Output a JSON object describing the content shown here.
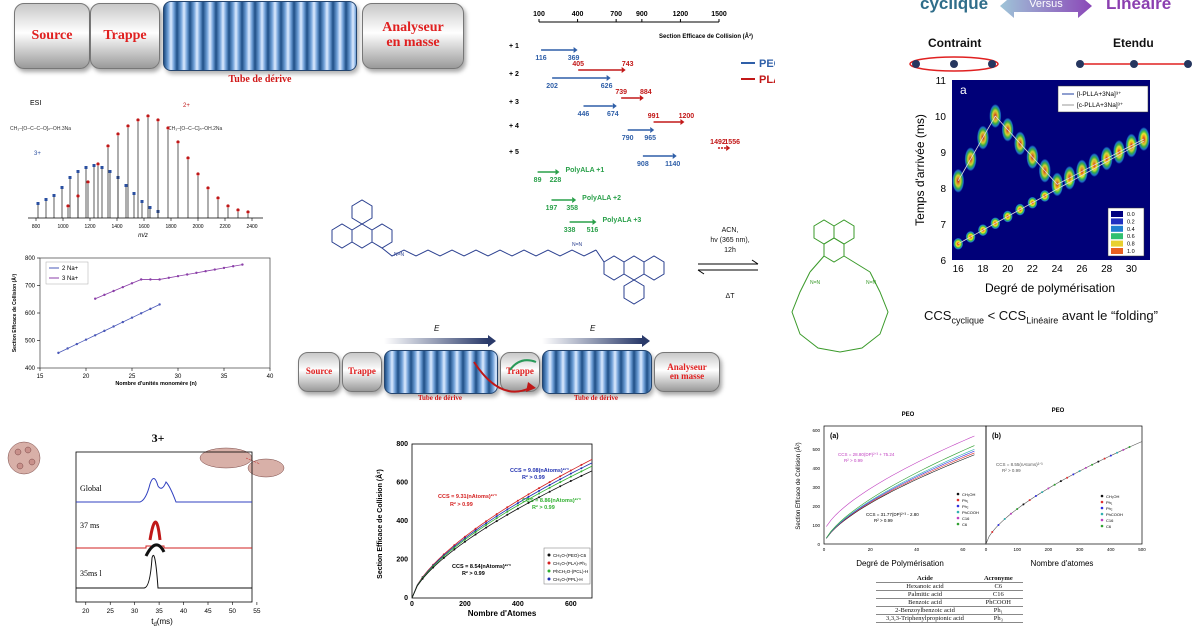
{
  "instrument_top": {
    "source": "Source",
    "trap": "Trappe",
    "tube_label": "Tube de dérive",
    "analyzer_l1": "Analyseur",
    "analyzer_l2": "en masse"
  },
  "instrument_mid": {
    "source": "Source",
    "trap1": "Trappe",
    "trap2": "Trappe",
    "tube_label1": "Tube de dérive",
    "tube_label2": "Tube de dérive",
    "analyzer_l1": "Analyseur",
    "analyzer_l2": "en masse",
    "field1": "E",
    "field2": "E"
  },
  "ccs_bars": {
    "axis_title": "Section Efficace de Collision (Å²)",
    "ticks": [
      100,
      400,
      700,
      900,
      1200,
      1500
    ],
    "charges": [
      "+ 1",
      "+ 2",
      "+ 3",
      "+ 4",
      "+ 5"
    ],
    "legend": [
      {
        "name": "PEG",
        "color": "#2f5fa8"
      },
      {
        "name": "PLA",
        "color": "#c21818"
      }
    ],
    "peg": [
      [
        116,
        369
      ],
      [
        202,
        626
      ],
      [
        446,
        674
      ],
      [
        790,
        965
      ],
      [
        908,
        1140
      ]
    ],
    "pla": [
      [
        null,
        null
      ],
      [
        405,
        743
      ],
      [
        739,
        884
      ],
      [
        991,
        1200
      ],
      [
        1492,
        1556
      ]
    ],
    "polyala": [
      {
        "label": "PolyALA +1",
        "range": [
          89,
          228
        ]
      },
      {
        "label": "PolyALA +2",
        "range": [
          197,
          358
        ]
      },
      {
        "label": "PolyALA +3",
        "range": [
          338,
          516
        ]
      }
    ]
  },
  "cyclic_linear": {
    "left": "cyclique",
    "versus": "Versus",
    "right": "Linéaire",
    "constrained": "Contraint",
    "extended": "Etendu"
  },
  "heatmap": {
    "panel": "a",
    "ylabel": "Temps d'arrivée (ms)",
    "xlabel": "Degré de polymérisation",
    "xticks": [
      16,
      18,
      20,
      22,
      24,
      26,
      28,
      30
    ],
    "yticks": [
      6,
      7,
      8,
      9,
      10,
      11
    ],
    "legend": [
      "[l-PLLA+3Na]³⁺",
      "[c-PLLA+3Na]³⁺"
    ],
    "colorbar": [
      "0.0",
      "0.2",
      "0.4",
      "0.6",
      "0.8",
      "1.0"
    ],
    "caption_pre": "CCS",
    "caption_sub1": "cyclique",
    "caption_mid": " < CCS",
    "caption_sub2": "Linéaire",
    "caption_post": "  avant le “folding”"
  },
  "ms_spectrum": {
    "label": "ESI",
    "xlabel": "m/z",
    "xticks": [
      800,
      1000,
      1200,
      1400,
      1600,
      1800,
      2000,
      2200,
      2400
    ],
    "charge_labels": [
      "3+",
      "2+"
    ]
  },
  "ccs_line_chart": {
    "ylabel": "Section Efficace de Collision (Å²)",
    "xlabel": "Nombre d'unités monomère (n)",
    "xticks": [
      15,
      20,
      25,
      30,
      35,
      40
    ],
    "yticks": [
      400,
      500,
      600,
      700,
      800
    ],
    "legend": [
      "2 Na+",
      "3 Na+"
    ]
  },
  "reaction": {
    "conditions_l1": "ACN,",
    "conditions_l2": "hv (365 nm),",
    "conditions_l3": "12h",
    "reverse": "ΔT"
  },
  "arrival": {
    "charge": "3+",
    "rows": [
      "Global",
      "37 ms",
      "35ms l"
    ],
    "xlabel": "t",
    "xlabel_sub": "d",
    "xlabel_unit": "(ms)",
    "xticks": [
      20,
      25,
      30,
      35,
      40,
      45,
      50,
      55
    ]
  },
  "ccs_scaling": {
    "ylabel": "Section Efficace de Collision (Å²)",
    "xlabel": "Nombre d'Atomes",
    "xticks": [
      0,
      200,
      400,
      600
    ],
    "yticks": [
      0,
      200,
      400,
      600,
      800
    ],
    "fits": [
      {
        "eq": "CCS = 9.31(nAtoms)²ᐟ³",
        "r2": "R² > 0.99",
        "color": "#d42020"
      },
      {
        "eq": "CCS = 9.08(nAtoms)²ᐟ³",
        "r2": "R² > 0.99",
        "color": "#2030b0"
      },
      {
        "eq": "CCS = 8.86(nAtoms)²ᐟ³",
        "r2": "R² > 0.99",
        "color": "#30b030"
      },
      {
        "eq": "CCS = 8.54(nAtoms)²ᐟ³",
        "r2": "R² > 0.99",
        "color": "#111111"
      }
    ],
    "legend": [
      "CH₃O-(PEO)-C6",
      "CH₃O-(PLA)-Ph₃",
      "PhCH₂O-(PCL)-H",
      "CH₃O-(PPL)-H"
    ]
  },
  "peo": {
    "title_a": "PEO",
    "title_b": "PEO",
    "panel_a": "(a)",
    "panel_b": "(b)",
    "ylabel": "Section Efficace de Collision (Å²)",
    "xlabel_a": "Degré de Polymérisation",
    "xlabel_b": "Nombre d'atomes",
    "xticks_a": [
      0,
      20,
      40,
      60
    ],
    "xticks_b": [
      0,
      100,
      200,
      300,
      400,
      500
    ],
    "yticks": [
      0,
      100,
      200,
      300,
      400,
      500,
      600
    ],
    "fit_a1": "CCS = 28.80(DP)²ᐟ³ + 75.24",
    "fit_a1_r2": "R² > 0.99",
    "fit_a2": "CCS = 31.77(DP)²ᐟ³ - 2.80",
    "fit_a2_r2": "R² > 0.99",
    "fit_b": "CCS = 8.55(nAtoms)²ᐟ³",
    "fit_b_r2": "R² > 0.99",
    "legend": [
      "CH₃OH",
      "Ph₁",
      "Ph₂",
      "PhCOOH",
      "C16",
      "C6"
    ]
  },
  "acronym_table": {
    "headers": [
      "Acide",
      "Acronyme"
    ],
    "rows": [
      [
        "Hexanoic acid",
        "C6"
      ],
      [
        "Palmitic acid",
        "C16"
      ],
      [
        "Benzoic acid",
        "PhCOOH"
      ],
      [
        "2-Benzoylbenzoic acid",
        "Ph₁"
      ],
      [
        "3,3,3-Triphenylpropionic acid",
        "Ph₃"
      ]
    ]
  }
}
